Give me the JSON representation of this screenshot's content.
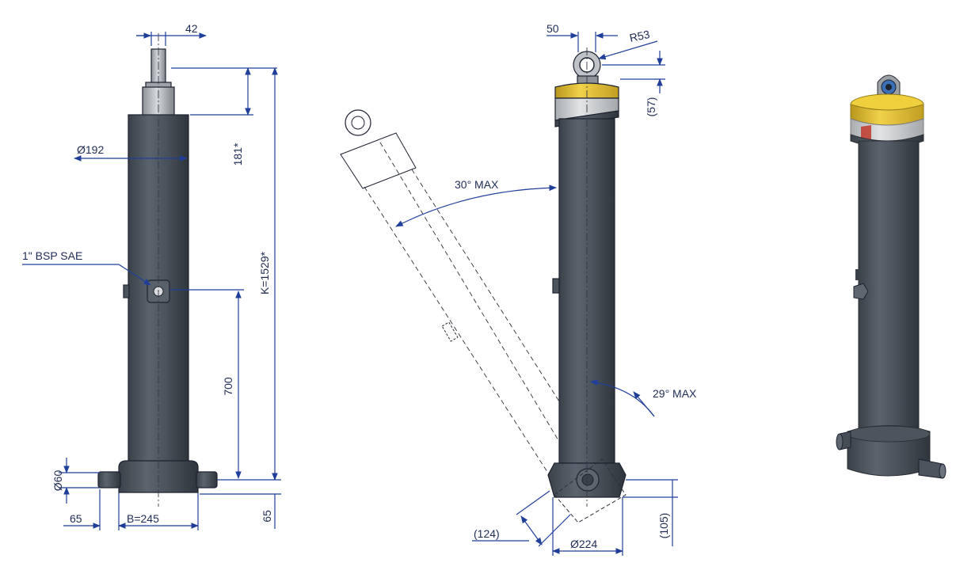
{
  "colors": {
    "cylinder": "#4d5660",
    "cylinder_light": "#6b757f",
    "cylinder_dark": "#343b43",
    "dimension": "#1f3f9a",
    "collar_yellow": "#e8c534",
    "collar_grey": "#c9cccd",
    "rod": "#b8bcc0"
  },
  "labels": {
    "rod_width": "42",
    "body_diameter": "Ø192",
    "rod_height": "181*",
    "port": "1\" BSP SAE",
    "total_length": "K=1529*",
    "port_height": "700",
    "pin_diameter": "Ø60",
    "side_offset": "65",
    "base_width": "B=245",
    "base_height": "65",
    "eye_width": "50",
    "eye_radius": "R53",
    "collar_height": "(57)",
    "tilt_top": "30° MAX",
    "tilt_bottom": "29° MAX",
    "bottom_offset": "(124)",
    "base_diameter": "Ø224",
    "base_depth": "(105)"
  },
  "icons": {
    "port_fitting": "hex-port-icon",
    "trunnion_pin": "trunnion-pin-icon",
    "clevis_eye": "clevis-eye-icon"
  }
}
